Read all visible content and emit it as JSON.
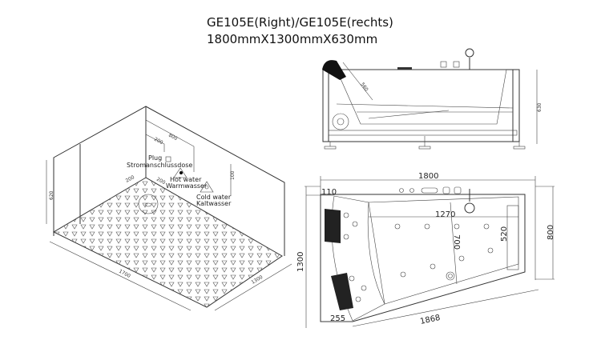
{
  "header": {
    "model": "GE105E(Right)/GE105E(rechts)",
    "size": "1800mmX1300mmX630mm"
  },
  "isometric_view": {
    "dims": [
      "800",
      "200",
      "100",
      "620",
      "200",
      "200",
      "1700",
      "1300"
    ],
    "labels": {
      "plug": "Plug",
      "plug_de": "Stromanschlussdose",
      "hot": "Hot water",
      "hot_de": "Warmwasser",
      "cold": "Cold water",
      "cold_de": "Kaltwasser"
    }
  },
  "side_view": {
    "dims": [
      "560",
      "630"
    ]
  },
  "top_view": {
    "dims": {
      "length": "1800",
      "inset_top": "110",
      "inner": "1270",
      "depth_inner": "700",
      "right_inner": "520",
      "right": "800",
      "width": "1300",
      "inset_bottom": "255",
      "diagonal": "1868"
    }
  }
}
